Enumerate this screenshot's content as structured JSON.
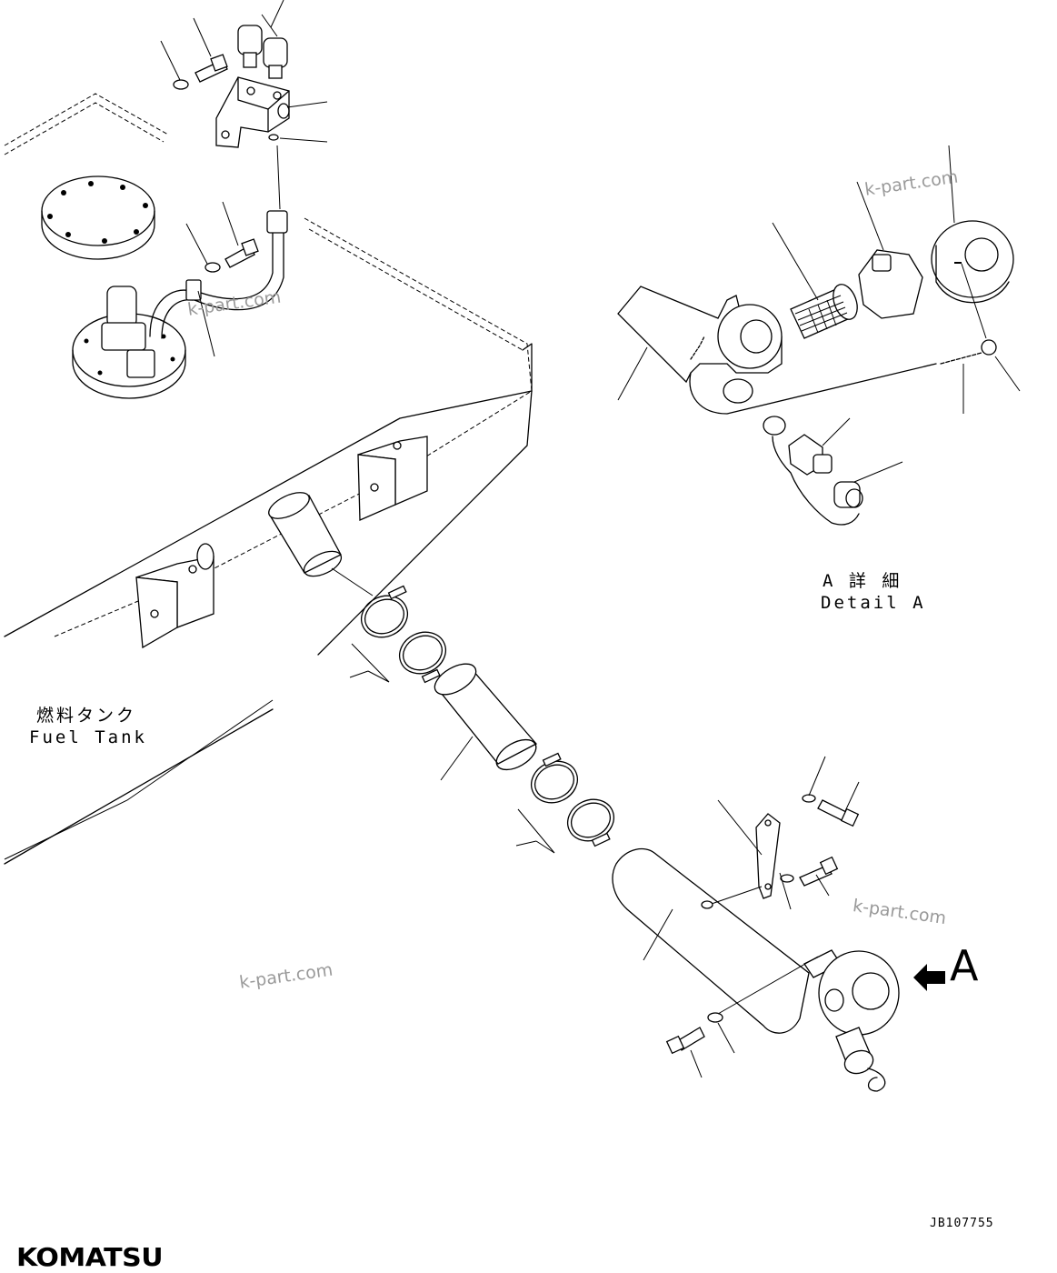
{
  "drawing": {
    "fuel_tank_label_jp": "燃料タンク",
    "fuel_tank_label_en": "Fuel Tank",
    "detail_label_jp": "A 詳 細",
    "detail_label_en": "Detail A",
    "view_marker": "A",
    "drawing_code": "JB107755",
    "brand_logo": "KOMATSU",
    "watermarks": [
      "k-part.com",
      "k-part.com",
      "k-part.com",
      "k-part.com"
    ]
  }
}
